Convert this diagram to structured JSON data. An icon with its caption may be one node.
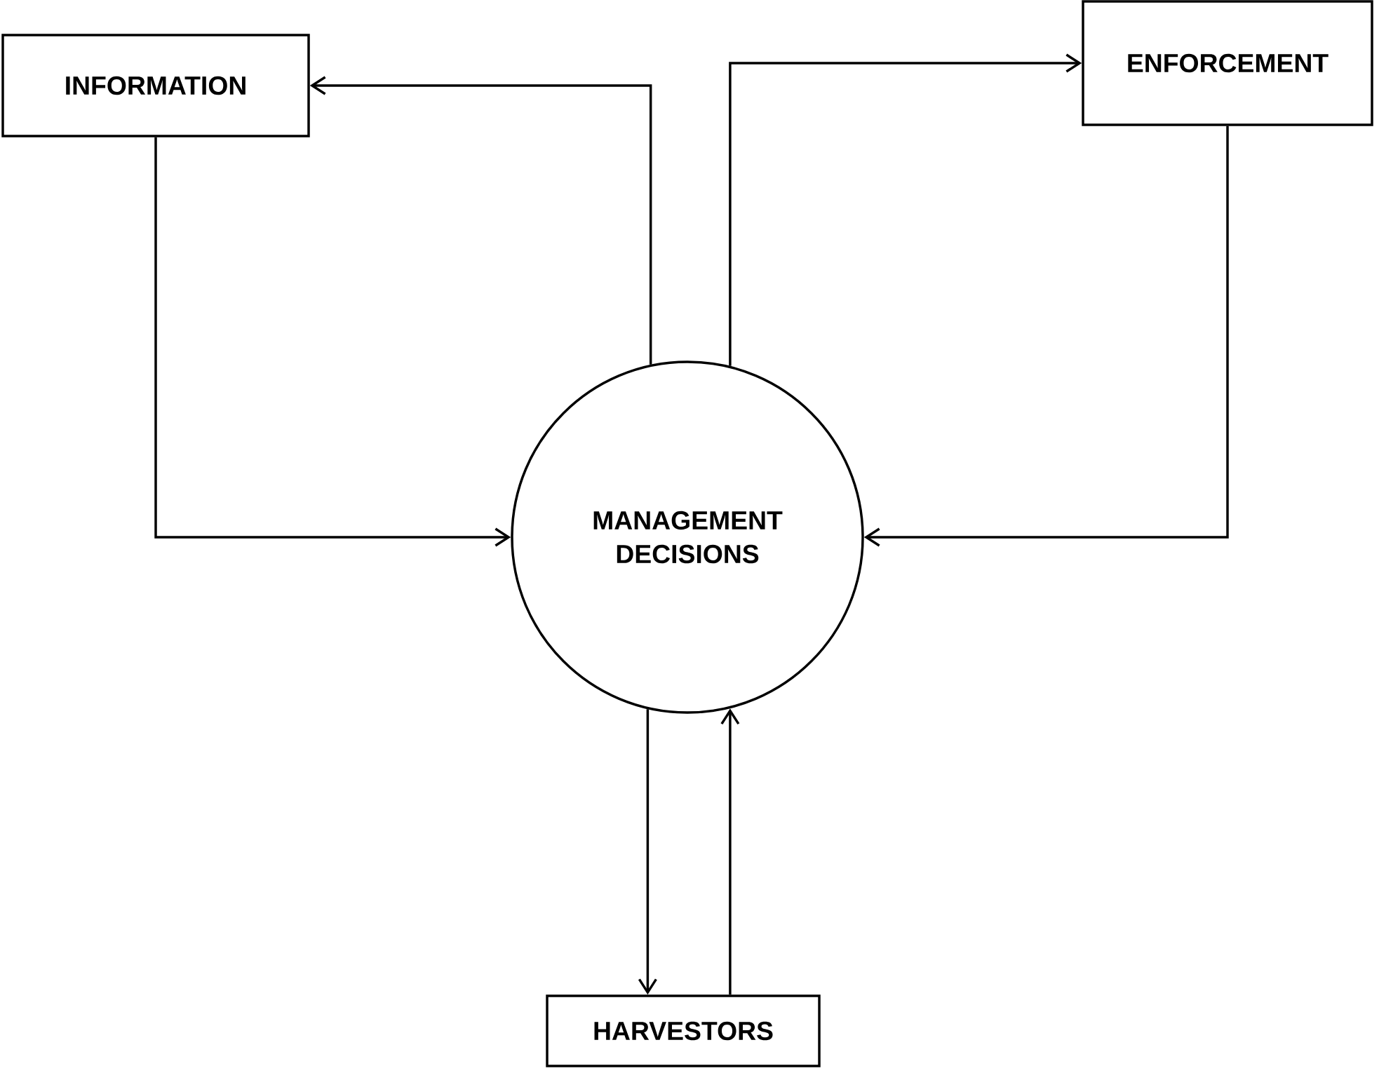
{
  "diagram": {
    "nodes": [
      {
        "text": [
          "INFORMATION"
        ]
      },
      {
        "text": [
          "ENFORCEMENT"
        ]
      },
      {
        "text": [
          "MANAGEMENT DECISIONS"
        ]
      },
      {
        "text": [
          "HARVESTORS"
        ]
      }
    ],
    "edges": [
      {
        "from": 2,
        "to": 0,
        "arrow": "to"
      },
      {
        "from": 0,
        "to": 2,
        "arrow": "to"
      },
      {
        "from": 2,
        "to": 1,
        "arrow": "to"
      },
      {
        "from": 1,
        "to": 2,
        "arrow": "to"
      },
      {
        "from": 2,
        "to": 3,
        "arrow": "to"
      },
      {
        "from": 3,
        "to": 2,
        "arrow": "to"
      }
    ]
  }
}
